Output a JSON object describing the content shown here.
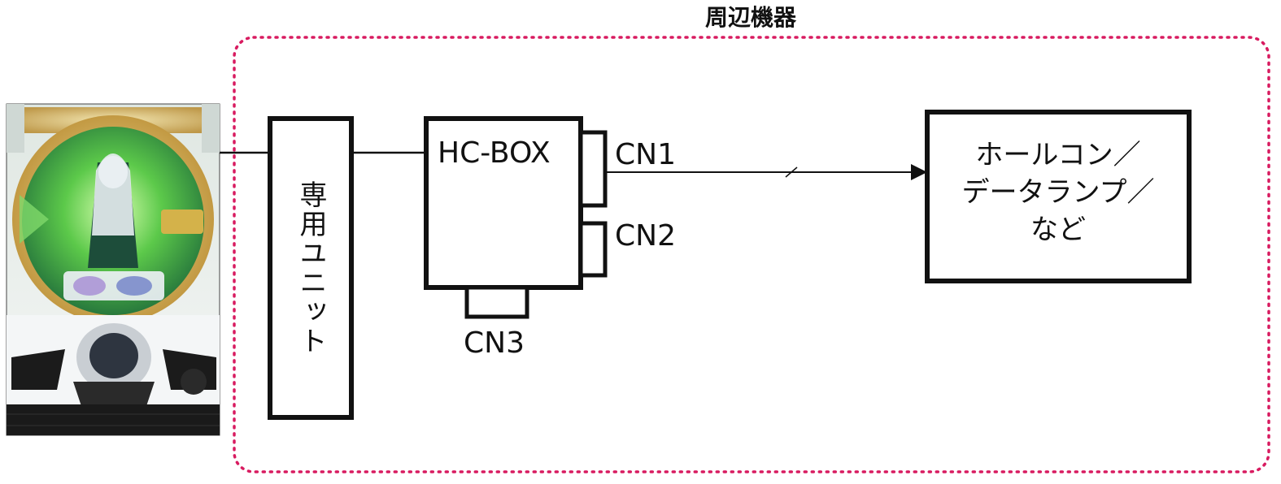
{
  "group": {
    "title": "周辺機器",
    "border_color": "#d81b60"
  },
  "machine": {
    "description_icon": "pachinko-machine-icon"
  },
  "unit": {
    "label": "専用ユニット"
  },
  "hcbox": {
    "label": "HC-BOX",
    "connectors": {
      "cn1": "CN1",
      "cn2": "CN2",
      "cn3": "CN3"
    }
  },
  "target": {
    "lines": [
      "ホールコン／",
      "データランプ／",
      "など"
    ]
  },
  "colors": {
    "line": "#111111",
    "accent": "#d81b60"
  }
}
